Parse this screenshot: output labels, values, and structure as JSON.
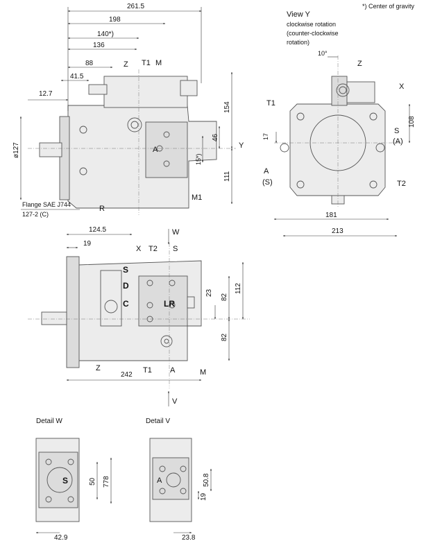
{
  "footnote": "*) Center of gravity",
  "side_view": {
    "dims": [
      "261.5",
      "198",
      "140*)",
      "136",
      "88",
      "41.5",
      "12.7",
      "154",
      "46",
      "15*)",
      "111",
      "ø127"
    ],
    "labels": [
      "Z",
      "T1",
      "M",
      "A",
      "Y",
      "M1",
      "R"
    ],
    "flange_note": [
      "Flange SAE J744",
      "127-2 (C)"
    ]
  },
  "view_y": {
    "title": [
      "View  Y",
      "clockwise rotation",
      "(counter-clockwise",
      "rotation)"
    ],
    "dims": [
      "10°",
      "108",
      "17",
      "181",
      "213"
    ],
    "labels": [
      "Z",
      "X",
      "T1",
      "S",
      "(A)",
      "A",
      "(S)",
      "T2"
    ]
  },
  "top_view": {
    "dims": [
      "124.5",
      "19",
      "112",
      "82",
      "23",
      "82",
      "242"
    ],
    "labels": [
      "W",
      "X",
      "T2",
      "S",
      "Z",
      "T1",
      "A",
      "M",
      "V"
    ],
    "port_labels": [
      "S",
      "D",
      "C",
      "LR"
    ]
  },
  "detail_w": {
    "title": "Detail W",
    "dims": [
      "50",
      "778",
      "42.9"
    ],
    "labels": [
      "S"
    ]
  },
  "detail_v": {
    "title": "Detail V",
    "dims": [
      "50.8",
      "19",
      "23.8"
    ],
    "labels": [
      "A"
    ]
  }
}
